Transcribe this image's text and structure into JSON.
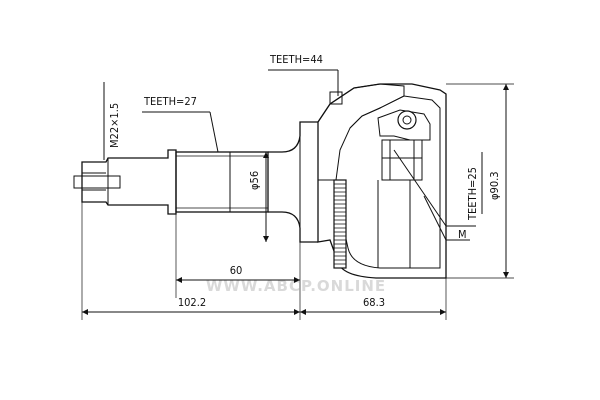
{
  "labels": {
    "teeth_outer": "TEETH=44",
    "teeth_stub": "TEETH=27",
    "teeth_inner": "TEETH=25",
    "thread": "M22×1.5",
    "stub_dia": "φ56",
    "bell_dia": "φ90.3",
    "marker_m": "M",
    "dim_60": "60",
    "dim_102": "102.2",
    "dim_68": "68.3"
  },
  "watermark": "WWW.ABCP.ONLINE"
}
